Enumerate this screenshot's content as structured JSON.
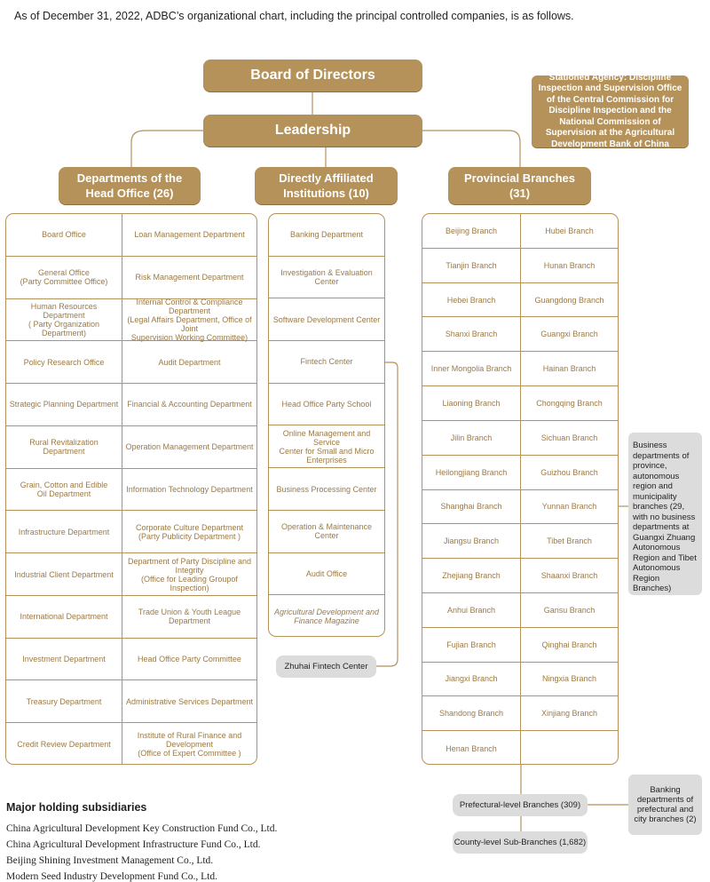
{
  "intro": "As of December 31, 2022, ADBC’s organizational chart, including the principal controlled companies, is as follows.",
  "board": "Board of Directors",
  "leadership": "Leadership",
  "stationed": "Stationed Agency: Discipline Inspection and Supervision Office of the Central Commission for Discipline Inspection and the National Commission of Supervision at the Agricultural Development Bank of China",
  "headers": {
    "head_office": "Departments of the Head Office (26)",
    "affiliated": "Directly Affiliated Institutions (10)",
    "provincial": "Provincial Branches (31)"
  },
  "head_office_left": [
    "Board Office",
    "General Office\n(Party Committee Office)",
    "Human Resources Department\n( Party Organization\nDepartment)",
    "Policy Research Office",
    "Strategic Planning Department",
    "Rural Revitalization Department",
    "Grain, Cotton and Edible\nOil Department",
    "Infrastructure Department",
    "Industrial Client Department",
    "International Department",
    "Investment Department",
    "Treasury Department",
    "Credit Review Department"
  ],
  "head_office_right": [
    "Loan Management Department",
    "Risk Management Department",
    "Internal Control & Compliance\nDepartment\n(Legal Affairs Department, Office of Joint\nSupervision Working Committee)",
    "Audit Department",
    "Financial & Accounting Department",
    "Operation Management Department",
    "Information Technology Department",
    "Corporate Culture Department\n(Party Publicity Department )",
    "Department of Party Discipline and\nIntegrity\n(Office for Leading Groupof\nInspection)",
    "Trade Union & Youth League\nDepartment",
    "Head Office Party Committee",
    "Administrative Services Department",
    "Institute of Rural Finance and\nDevelopment\n(Office of Expert Committee )"
  ],
  "affiliated": [
    "Banking Department",
    "Investigation & Evaluation\nCenter",
    "Software Development Center",
    "Fintech Center",
    "Head Office Party School",
    "Online Management and Service\nCenter for Small and Micro\nEnterprises",
    "Business Processing Center",
    "Operation & Maintenance\nCenter",
    "Audit Office",
    "Agricultural Development and\nFinance Magazine"
  ],
  "zhuhai": "Zhuhai Fintech Center",
  "branches_left": [
    "Beijing Branch",
    "Tianjin Branch",
    "Hebei Branch",
    "Shanxi Branch",
    "Inner Mongolia Branch",
    "Liaoning Branch",
    "Jilin Branch",
    "Heilongjiang Branch",
    "Shanghai Branch",
    "Jiangsu Branch",
    "Zhejiang Branch",
    "Anhui Branch",
    "Fujian Branch",
    "Jiangxi Branch",
    "Shandong Branch",
    "Henan Branch"
  ],
  "branches_right": [
    "Hubei Branch",
    "Hunan Branch",
    "Guangdong Branch",
    "Guangxi Branch",
    "Hainan Branch",
    "Chongqing Branch",
    "Sichuan Branch",
    "Guizhou Branch",
    "Yunnan Branch",
    "Tibet Branch",
    "Shaanxi Branch",
    "Gansu Branch",
    "Qinghai Branch",
    "Ningxia Branch",
    "Xinjiang Branch",
    ""
  ],
  "note_business": "Business departments of province, autonomous region and municipality branches (29, with no business departments at Guangxi Zhuang Autonomous Region and Tibet Autonomous Region Branches)",
  "note_banking": "Banking departments of prefectural and city branches (2)",
  "prefectural": "Prefectural-level Branches (309)",
  "county": "County-level Sub-Branches (1,682)",
  "subsidiaries": {
    "title": "Major holding subsidiaries",
    "items": [
      "China Agricultural Development Key Construction Fund Co., Ltd.",
      "China Agricultural Development Infrastructure Fund Co., Ltd.",
      "Beijing Shining Investment Management Co., Ltd.",
      "Modern Seed Industry Development Fund Co., Ltd."
    ]
  },
  "colors": {
    "gold": "#b5925a",
    "gold_text": "#9b7a45",
    "grey_box": "#dcdcdc"
  }
}
